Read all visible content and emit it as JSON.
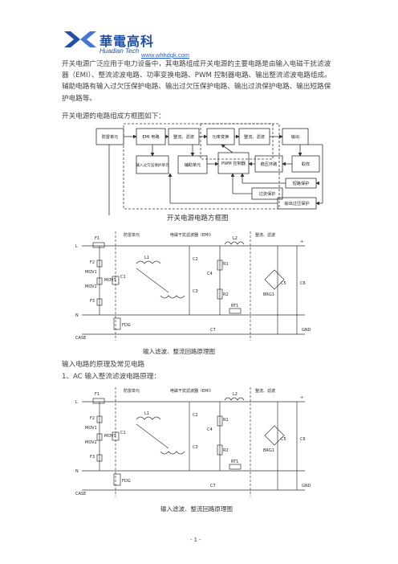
{
  "header": {
    "logo_cn": "華電高科",
    "logo_en": "Huadian Tech",
    "url": "www.whhdgk.com"
  },
  "body": {
    "intro": "开关电源广泛应用于电力设备中，其电路组成开关电源的主要电路是由输入电磁干扰滤波器（EMI）、整流滤波电路、功率变换电路、PWM 控制器电路、输出整流滤波电路组成。辅助电路有输入过欠压保护电路、输出过欠压保护电路、输出过流保护电路、输出短路保护电路等。",
    "block_intro": "开关电源的电路组成方框图如下：",
    "section_title": "输入电路的原理及常见电路",
    "subsection_title": "1、AC 输入整流滤波电路原理："
  },
  "block_diagram": {
    "caption": "开关电源电路方框图",
    "blocks": {
      "surge": "防雷单元",
      "emi": "EMI 电路",
      "rectify": "整流、滤波",
      "power": "功率变换",
      "out_rectify": "整流、滤波",
      "output": "输出",
      "in_protect": "输入过欠压保护单元",
      "aux": "辅助单元",
      "pwm": "PWM 控制器",
      "regulate": "稳压环路",
      "sample": "取样",
      "short": "短路保护",
      "overcurrent": "过流保护",
      "out_protect": "输出过压保护"
    }
  },
  "schematic": {
    "caption": "输入滤波、整流回路原理图",
    "labels": {
      "surge": "防雷单元",
      "emi": "电磁干扰滤波器（EMI）",
      "rect": "整流、滤波",
      "L": "L",
      "N": "N",
      "case": "CASE",
      "gnd": "GND",
      "plus": "+",
      "F1": "F1",
      "F2": "F2",
      "F3": "F3",
      "MOV1": "MOV1",
      "MOV2": "MOV2",
      "MOV3": "MOV3",
      "FDG": "FDG",
      "C1": "C1",
      "L1": "L1",
      "C2": "C2",
      "C3": "C3",
      "C4": "C4",
      "R1": "R1",
      "R2": "R2",
      "L2": "L2",
      "RT1": "RT1",
      "C7": "C7",
      "BRG1": "BRG1",
      "C5": "C5",
      "C6": "C6"
    }
  },
  "footer": {
    "page": "- 1 -"
  }
}
